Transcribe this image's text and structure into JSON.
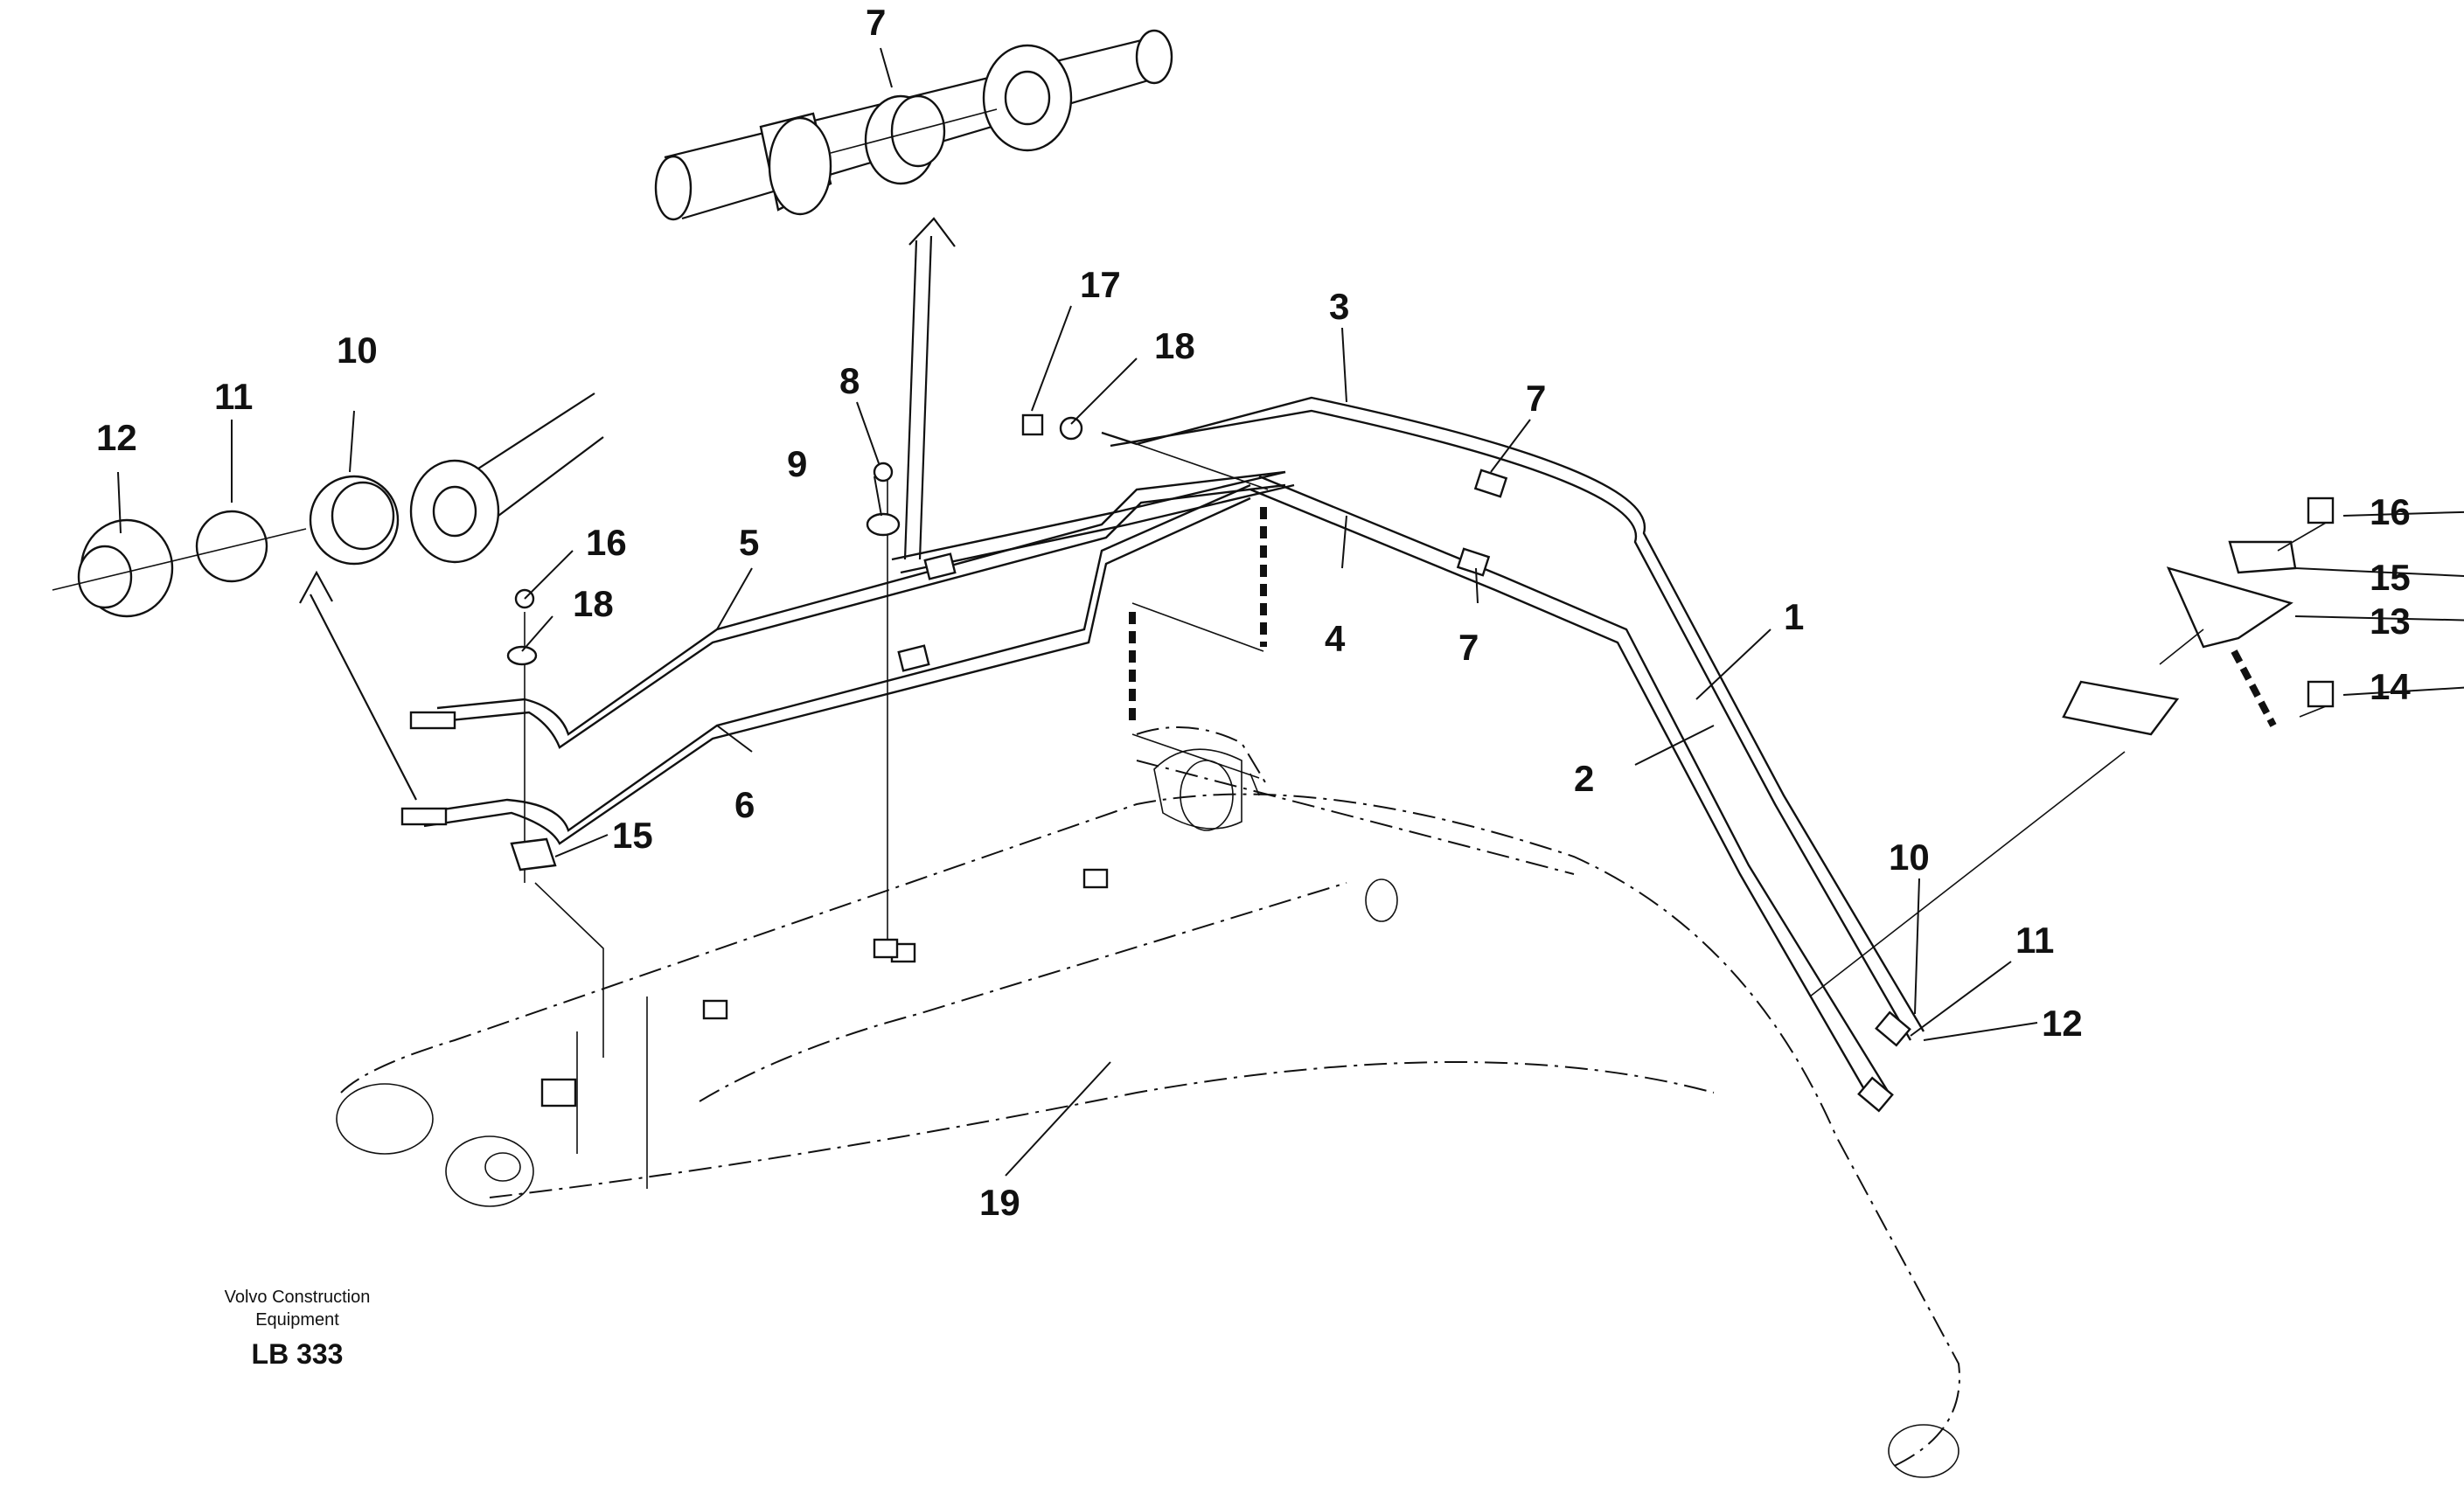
{
  "diagram": {
    "labels": {
      "top_7": "7",
      "d10": "10",
      "d11": "11",
      "d12": "12",
      "d17": "17",
      "d18a": "18",
      "d3": "3",
      "d8": "8",
      "d9": "9",
      "d7a": "7",
      "d16a": "16",
      "d5": "5",
      "d18b": "18",
      "d4": "4",
      "d7b": "7",
      "d1": "1",
      "d2": "2",
      "d6": "6",
      "d15a": "15",
      "d16b": "16",
      "d15b": "15",
      "d13": "13",
      "d14": "14",
      "d10b": "10",
      "d11b": "11",
      "d12b": "12",
      "d19": "19"
    },
    "footer": {
      "maker_line1": "Volvo Construction",
      "maker_line2": "Equipment",
      "code": "LB 333"
    }
  }
}
